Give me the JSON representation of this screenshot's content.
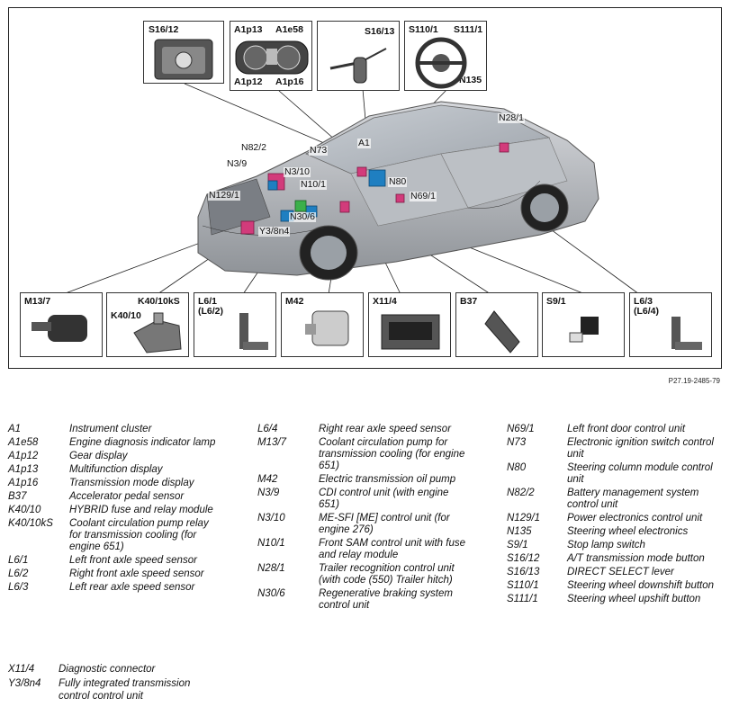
{
  "figure_id": "P27.19-2485-79",
  "callouts": {
    "a1": "A1",
    "n73": "N73",
    "n82_2": "N82/2",
    "n3_9": "N3/9",
    "n3_10": "N3/10",
    "n10_1": "N10/1",
    "n129_1": "N129/1",
    "n30_6": "N30/6",
    "y3_8n4": "Y3/8n4",
    "n80": "N80",
    "n69_1": "N69/1",
    "n28_1": "N28/1"
  },
  "insets_top": {
    "s16_12": "S16/12",
    "a1p13": "A1p13",
    "a1e58": "A1e58",
    "a1p12": "A1p12",
    "a1p16": "A1p16",
    "s16_13": "S16/13",
    "s110_1": "S110/1",
    "s111_1": "S111/1",
    "n135": "N135"
  },
  "insets_bottom": {
    "m13_7": "M13/7",
    "k40_10ks": "K40/10kS",
    "k40_10": "K40/10",
    "l6_1": "L6/1\n(L6/2)",
    "m42": "M42",
    "x11_4": "X11/4",
    "b37": "B37",
    "s9_1": "S9/1",
    "l6_3": "L6/3\n(L6/4)"
  },
  "legend": {
    "col1": [
      {
        "code": "A1",
        "desc": "Instrument cluster"
      },
      {
        "code": "A1e58",
        "desc": "Engine diagnosis indicator lamp"
      },
      {
        "code": "A1p12",
        "desc": "Gear display"
      },
      {
        "code": "A1p13",
        "desc": "Multifunction display"
      },
      {
        "code": "A1p16",
        "desc": "Transmission mode display"
      },
      {
        "code": "B37",
        "desc": "Accelerator pedal sensor"
      },
      {
        "code": "K40/10",
        "desc": "HYBRID fuse and relay module"
      },
      {
        "code": "K40/10kS",
        "desc": "Coolant circulation pump relay for transmission cooling (for engine 651)"
      },
      {
        "code": "L6/1",
        "desc": "Left front axle speed sensor"
      },
      {
        "code": "L6/2",
        "desc": "Right front axle speed sensor"
      },
      {
        "code": "L6/3",
        "desc": "Left rear axle speed sensor"
      }
    ],
    "col2": [
      {
        "code": "L6/4",
        "desc": "Right rear axle speed sensor"
      },
      {
        "code": "M13/7",
        "desc": "Coolant circulation pump for transmission cooling (for engine 651)"
      },
      {
        "code": "M42",
        "desc": "Electric transmission oil pump"
      },
      {
        "code": "N3/9",
        "desc": "CDI control unit (with engine 651)"
      },
      {
        "code": "N3/10",
        "desc": "ME-SFI [ME] control unit (for engine 276)"
      },
      {
        "code": "N10/1",
        "desc": "Front SAM control unit with fuse and relay module"
      },
      {
        "code": "N28/1",
        "desc": "Trailer recognition control unit (with code (550) Trailer hitch)"
      },
      {
        "code": "N30/6",
        "desc": "Regenerative braking system control unit"
      }
    ],
    "col3": [
      {
        "code": "N69/1",
        "desc": "Left front door control unit"
      },
      {
        "code": "N73",
        "desc": "Electronic ignition switch control unit"
      },
      {
        "code": "N80",
        "desc": "Steering column module control unit"
      },
      {
        "code": "N82/2",
        "desc": "Battery management system control unit"
      },
      {
        "code": "N129/1",
        "desc": "Power electronics control unit"
      },
      {
        "code": "N135",
        "desc": "Steering wheel electronics"
      },
      {
        "code": "S9/1",
        "desc": "Stop lamp switch"
      },
      {
        "code": "S16/12",
        "desc": "A/T transmission mode button"
      },
      {
        "code": "S16/13",
        "desc": "DIRECT SELECT lever"
      },
      {
        "code": "S110/1",
        "desc": "Steering wheel downshift button"
      },
      {
        "code": "S111/1",
        "desc": "Steering wheel upshift button"
      }
    ],
    "extra": [
      {
        "code": "X11/4",
        "desc": "Diagnostic connector"
      },
      {
        "code": "Y3/8n4",
        "desc": "Fully integrated transmission control control unit"
      }
    ]
  }
}
